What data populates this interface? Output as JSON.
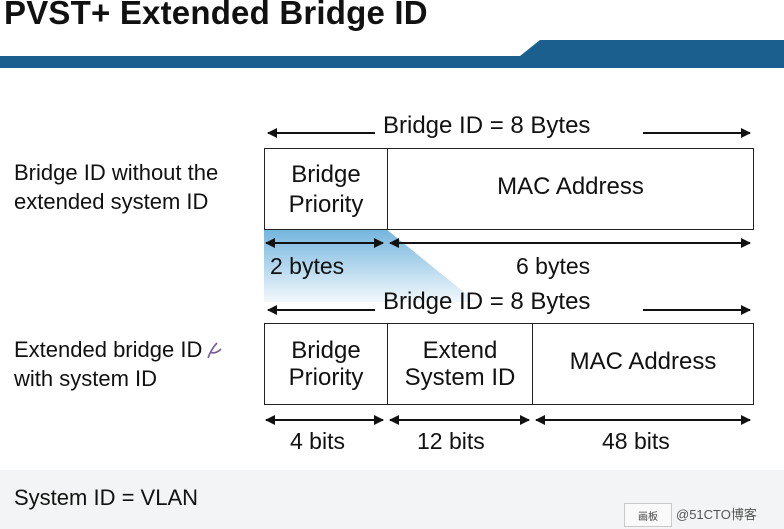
{
  "title": "PVST+ Extended Bridge ID",
  "colors": {
    "band": "#1b5f8e",
    "band_light": "#cfdde8",
    "wedge": "#5aa8d8"
  },
  "top": {
    "header": "Bridge ID = 8 Bytes",
    "row_label": [
      "Bridge ID without the",
      "extended system ID"
    ],
    "box1": [
      "Bridge",
      "Priority"
    ],
    "box2": "MAC Address",
    "dim1": "2 bytes",
    "dim2": "6 bytes"
  },
  "bottom": {
    "header": "Bridge ID = 8 Bytes",
    "row_label": [
      "Extended bridge ID",
      "with system ID"
    ],
    "box1": [
      "Bridge",
      "Priority"
    ],
    "box2": [
      "Extend",
      "System ID"
    ],
    "box3": "MAC Address",
    "dim1": "4 bits",
    "dim2": "12 bits",
    "dim3": "48 bits"
  },
  "footer": {
    "system_id": "System ID = VLAN",
    "toolbar_button": "画板",
    "watermark": "@51CTO博客"
  }
}
